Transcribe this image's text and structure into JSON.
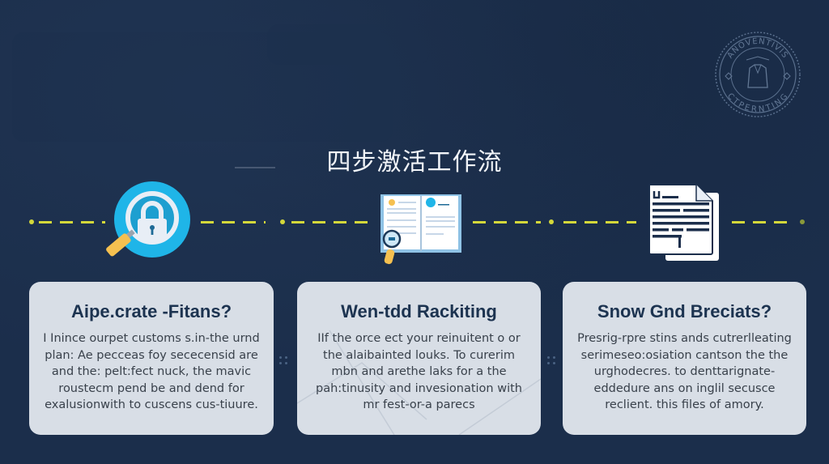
{
  "header": {
    "title": "四步激活工作流"
  },
  "stamp": {
    "top_text": "ANOVENTIVIS",
    "bottom_text": "CTPERNTING",
    "icon": "jacket-emblem-icon"
  },
  "colors": {
    "background": "#1b2e4b",
    "card": "#d8dee6",
    "card_title": "#1c3350",
    "card_body": "#39414b",
    "connector": "#d4d83a",
    "accent_blue": "#1fb5e8",
    "accent_yellow": "#f5c050"
  },
  "steps": [
    {
      "icon": "lock-magnifier-icon",
      "title": "Aipe.crate -Fitans?",
      "body": "I Inince ourpet customs s.in-the urnd plan: Ae pecceas foy sececensid are and the: pelt:fect nuck, the mavic roustecm pend be and dend for exalusionwith to cuscens cus-tiuure."
    },
    {
      "icon": "open-book-magnifier-icon",
      "title": "Wen-tdd Rackiting",
      "body": "IIf the orce ect your reinuitent o or the alaibainted louks. To curerim mbn and arethe laks for a the pah:tinusity and invesionation with mr fest-or-a parecs"
    },
    {
      "icon": "document-icon",
      "title": "Snow Gnd Breciats?",
      "body": "Presrig-rpre stins ands cutrerlleating serimeseo:osiation cantson the the urghodecres. to denttarignate-eddedure ans on inglil secusce reclient. this files of amory."
    }
  ]
}
